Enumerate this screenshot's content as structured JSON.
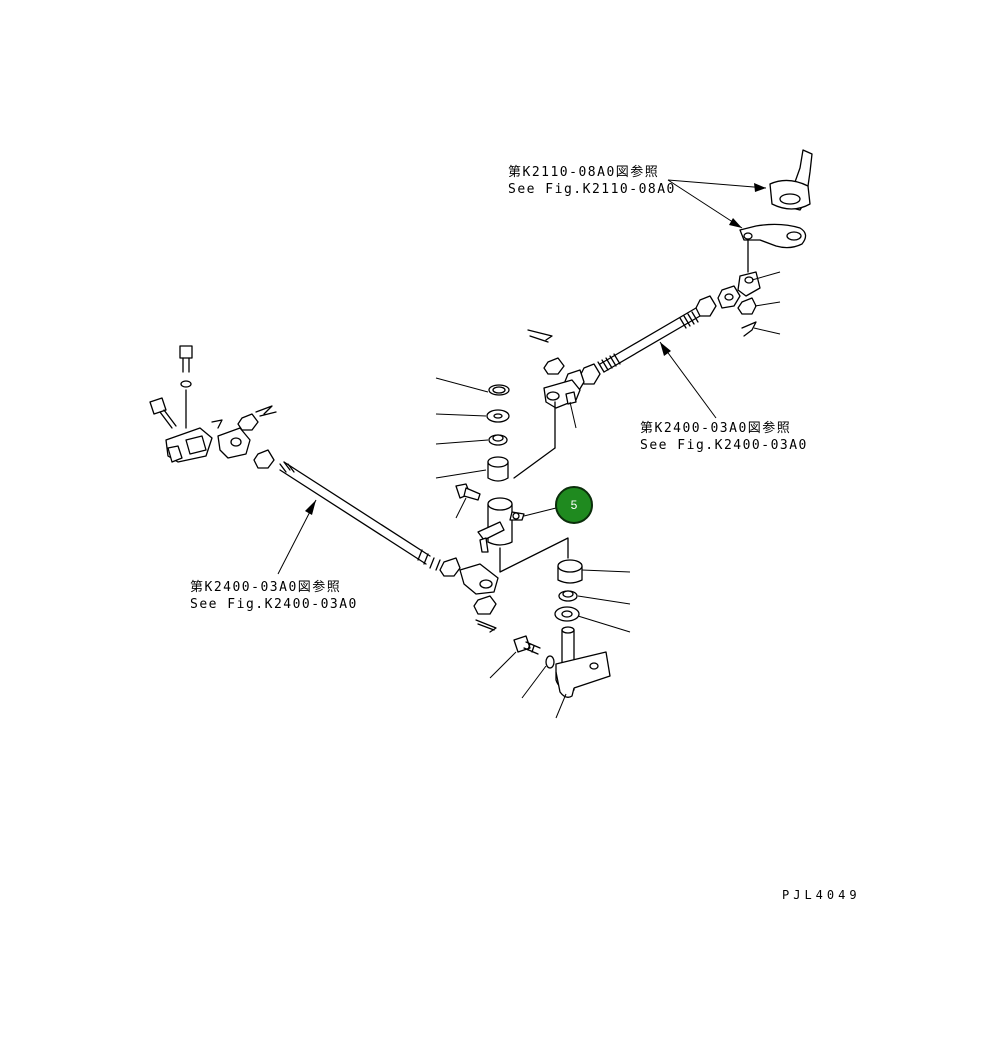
{
  "references": {
    "top_right": {
      "jp": "第K2110-08A0図参照",
      "en": "See Fig.K2110-08A0"
    },
    "middle_right": {
      "jp": "第K2400-03A0図参照",
      "en": "See Fig.K2400-03A0"
    },
    "lower_left": {
      "jp": "第K2400-03A0図参照",
      "en": "See Fig.K2400-03A0"
    }
  },
  "callout": {
    "number": "5",
    "color": "#1f8a1f"
  },
  "drawing_code": "PJL4049",
  "icons": [
    "bolt-icon",
    "nut-icon",
    "washer-icon",
    "cotter-pin-icon",
    "rod-end-icon",
    "bushing-icon",
    "bracket-icon",
    "rod-icon"
  ]
}
